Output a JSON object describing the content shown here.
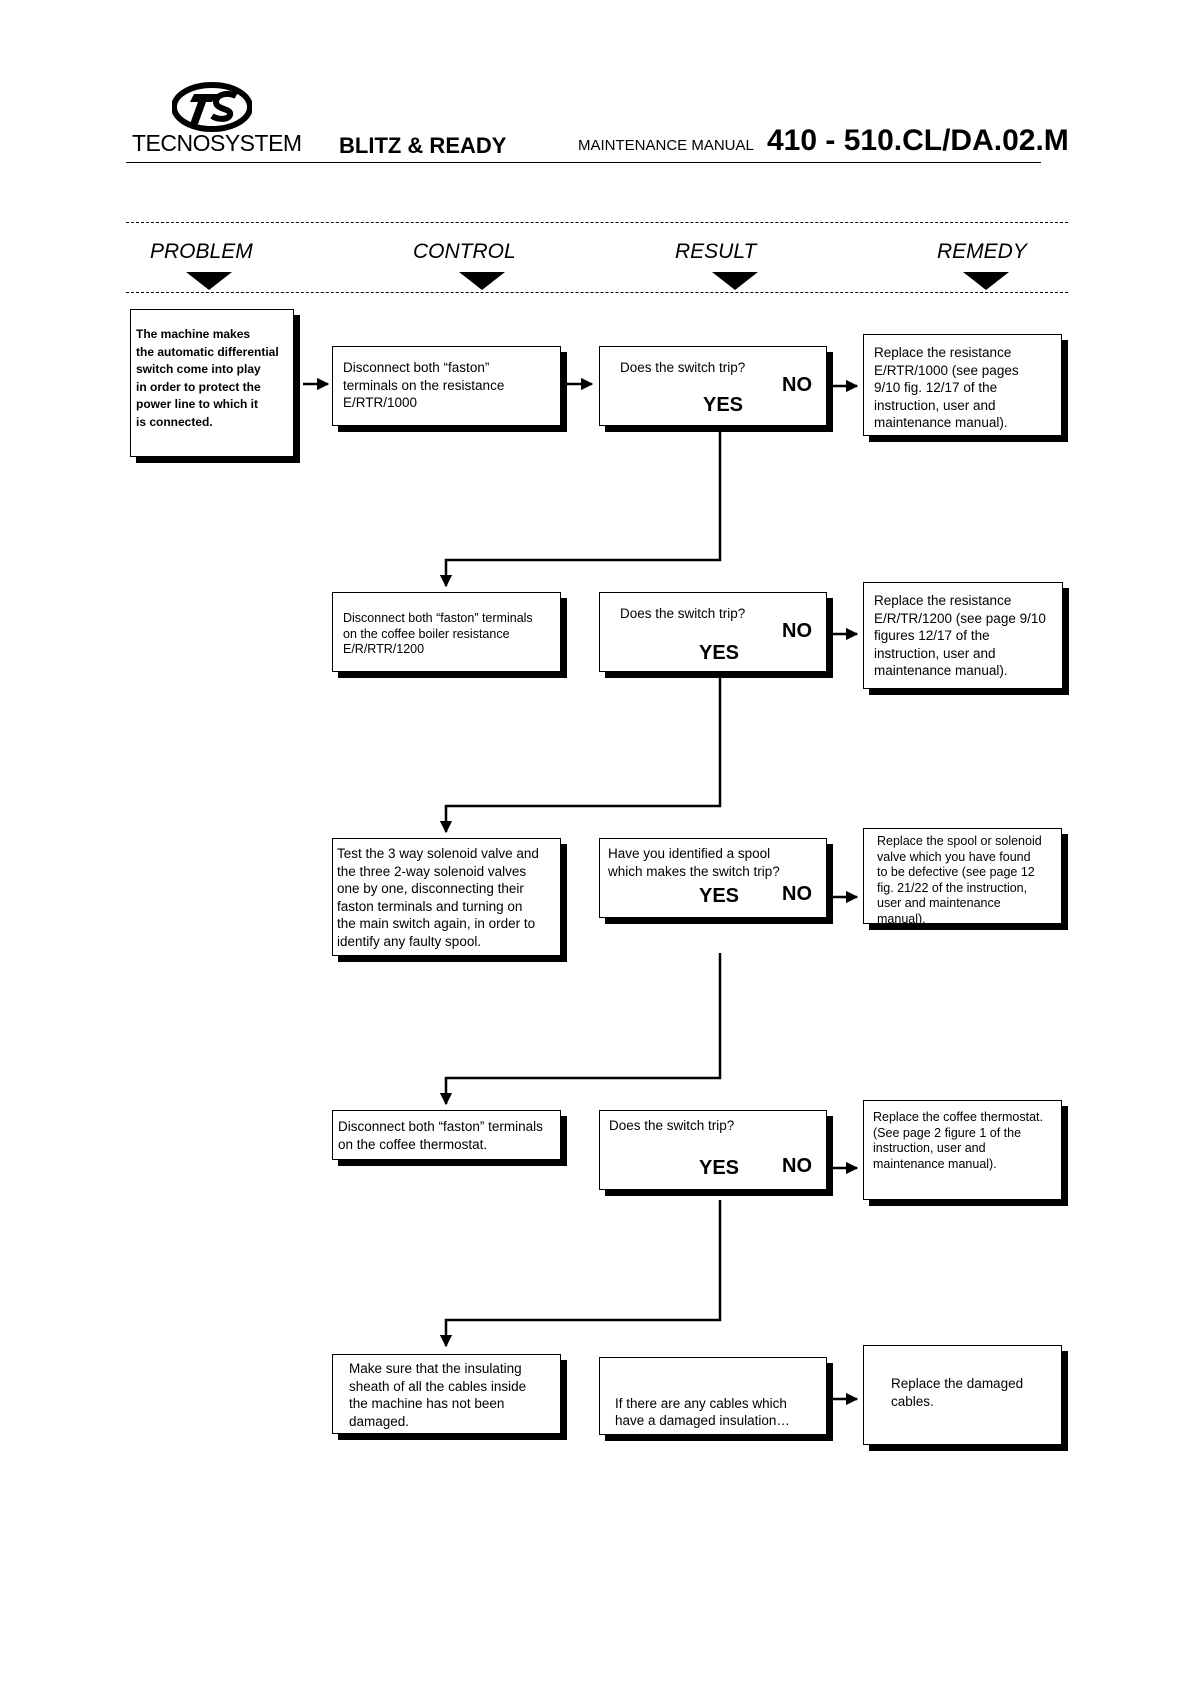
{
  "header": {
    "logo_text": "TECNOSYSTEM",
    "model": "BLITZ & READY",
    "manual_label": "MAINTENANCE MANUAL",
    "manual_code": "410 - 510.CL/DA.02.M"
  },
  "columns": {
    "problem": "PROBLEM",
    "control": "CONTROL",
    "result": "RESULT",
    "remedy": "REMEDY"
  },
  "problem": {
    "text": "The machine makes\nthe automatic differential\nswitch come into play\nin  order to protect the\n power line to which it\nis connected."
  },
  "steps": [
    {
      "control": "Disconnect both “faston”\nterminals on the resistance\nE/RTR/1000",
      "question": "Does the switch trip?",
      "yes": "YES",
      "no": "NO",
      "remedy": "Replace the resistance\nE/RTR/1000 (see pages\n9/10 fig. 12/17 of the\n instruction, user and\nmaintenance manual)."
    },
    {
      "control": "Disconnect both “faston” terminals\n on the coffee boiler resistance\nE/R/RTR/1200",
      "question": "Does the switch trip?",
      "yes": "YES",
      "no": "NO",
      "remedy": "Replace the resistance\nE/R/TR/1200 (see page 9/10\n figures 12/17 of the\ninstruction, user and\nmaintenance manual)."
    },
    {
      "control": "Test the 3 way solenoid valve and\nthe three 2-way solenoid valves\none by one, disconnecting their\nfaston terminals and turning on\nthe main switch again, in order to\nidentify any faulty spool.",
      "question": "Have you identified a spool\n which makes the switch trip?",
      "yes": "YES",
      "no": "NO",
      "remedy": "Replace the spool or solenoid\n valve which you have found\n to be defective (see page 12\n fig. 21/22 of the instruction,\nuser and maintenance\nmanual)."
    },
    {
      "control": "Disconnect both “faston” terminals\n on the coffee thermostat.",
      "question": "Does the switch trip?",
      "yes": "YES",
      "no": "NO",
      "remedy": "Replace the coffee thermostat.\n(See page 2 figure 1 of the\n instruction, user and\nmaintenance manual)."
    },
    {
      "control": "Make sure that the insulating\n sheath of all the cables inside\n the machine has not been\ndamaged.",
      "question": "If there are any cables which\n have a damaged insulation…",
      "remedy": "Replace the damaged\n cables."
    }
  ]
}
